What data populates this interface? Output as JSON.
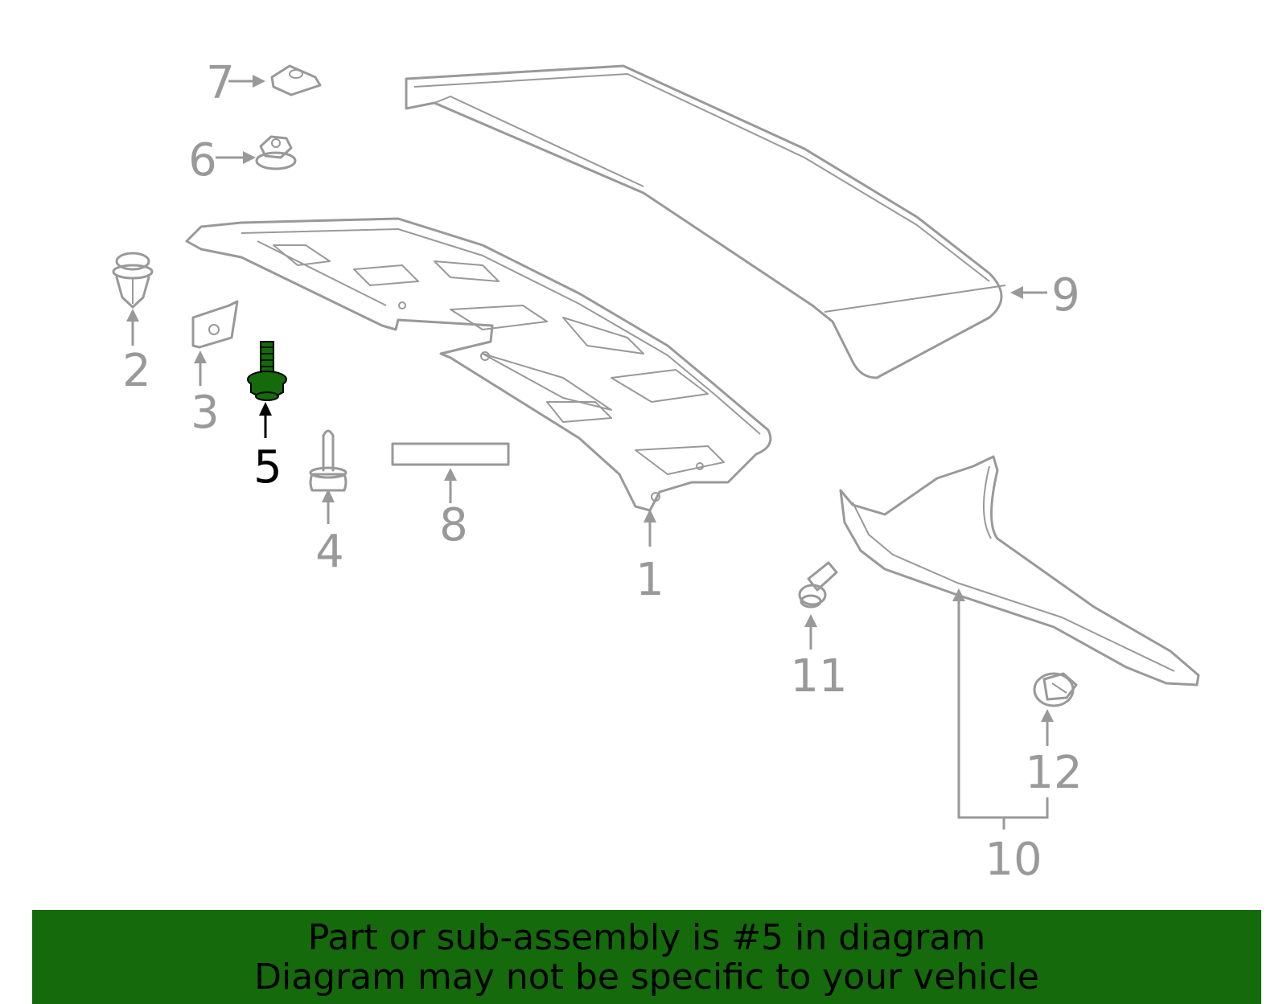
{
  "diagram": {
    "highlight_color": "#156a0b",
    "line_color": "#999999",
    "callouts": [
      {
        "id": "1",
        "label": "1"
      },
      {
        "id": "2",
        "label": "2"
      },
      {
        "id": "3",
        "label": "3"
      },
      {
        "id": "4",
        "label": "4"
      },
      {
        "id": "5",
        "label": "5",
        "highlighted": true
      },
      {
        "id": "6",
        "label": "6"
      },
      {
        "id": "7",
        "label": "7"
      },
      {
        "id": "8",
        "label": "8"
      },
      {
        "id": "9",
        "label": "9"
      },
      {
        "id": "10",
        "label": "10"
      },
      {
        "id": "11",
        "label": "11"
      },
      {
        "id": "12",
        "label": "12"
      }
    ]
  },
  "banner": {
    "line1": "Part or sub-assembly is #5 in diagram",
    "line2": "Diagram may not be specific to your vehicle",
    "background": "#156a0b"
  }
}
